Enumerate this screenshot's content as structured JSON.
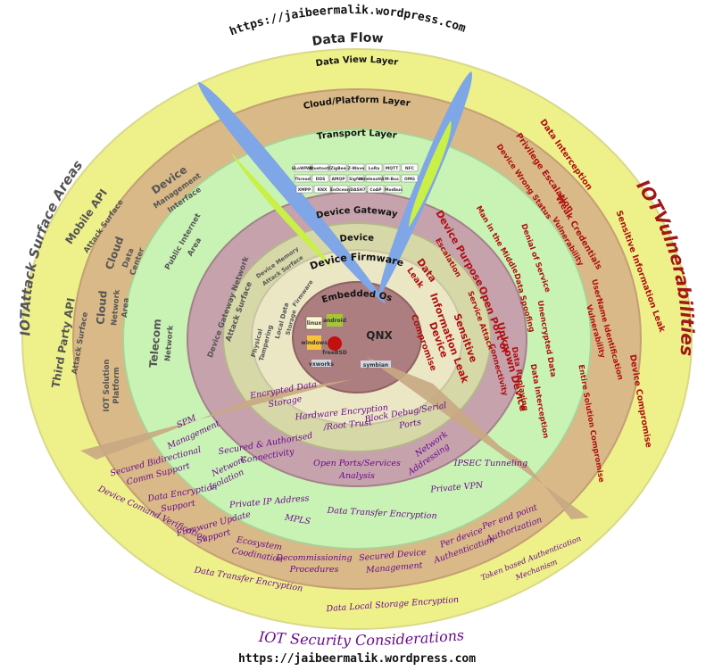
{
  "header": {
    "url_top": "https://jaibeermalik.wordpress.com",
    "flow_title": "Data Flow"
  },
  "layers": [
    {
      "id": "data-view",
      "label": "Data View Layer"
    },
    {
      "id": "cloud-platform",
      "label": "Cloud/Platform Layer"
    },
    {
      "id": "transport",
      "label": "Transport Layer"
    },
    {
      "id": "device-gateway",
      "label": "Device Gateway"
    },
    {
      "id": "device",
      "label": "Device"
    },
    {
      "id": "device-firmware",
      "label": "Device Firmware"
    },
    {
      "id": "embedded-os",
      "label": "Embedded Os"
    }
  ],
  "transport_protocols": [
    "6LoWPAN",
    "Bluetooth",
    "ZigBee",
    "Z-Wave",
    "LoRa",
    "MQTT",
    "NFC",
    "Thread",
    "DDS",
    "AMQP",
    "Sigfox",
    "WirelessHART",
    "M-Bus",
    "OMG",
    "XMPP",
    "KNX",
    "EnOcean",
    "DASH7",
    "CoAP",
    "Modbus"
  ],
  "os_logos": [
    "linux",
    "android",
    "windows",
    "freeBSD",
    "QNX",
    "vxworks",
    "symbian"
  ],
  "attack_surface": {
    "title": "IOTAttack Surface Areas",
    "items": [
      {
        "main": "Mobile API",
        "sub": "Attack Surface"
      },
      {
        "main": "Third Party API",
        "sub": "Attack Surface"
      },
      {
        "main": "Cloud",
        "sub": "Data",
        "sub2": "Center"
      },
      {
        "main": "Cloud",
        "sub": "Network",
        "sub2": "Area"
      },
      {
        "main": "IOT Solution",
        "sub": "Platform"
      },
      {
        "main": "Device",
        "sub": "Management",
        "sub2": "Interface"
      },
      {
        "main": "Public Internet",
        "sub": "Area"
      },
      {
        "main": "Telecom",
        "sub": "Network"
      },
      {
        "main": "Device Gateway Network",
        "sub": "Attack Surface"
      },
      {
        "main": "Device Memory",
        "sub": "Attack Surface"
      },
      {
        "main": "Physical",
        "sub": "Tampering"
      },
      {
        "main": "Local Data",
        "sub": "Storage"
      },
      {
        "main": "Firmware"
      }
    ]
  },
  "vulnerabilities": {
    "title": "IOTVulnerabilities",
    "items": [
      "Data Interception",
      "Sensitive Information Leak",
      "Device Compromise",
      "Privilege Escalation",
      "Device Wrong Status",
      "Weak Credentials",
      "Vulnerability",
      "UserName Identification",
      "Vulnerability",
      "Entire Solution Compromise",
      "Man in the Middle",
      "Denial of Service",
      "Data Spoofing",
      "Unencrypted Data",
      "Data Replaying",
      "Data Interception",
      "Device Purpose",
      "Escalation",
      "Open Port or",
      "Service Attack",
      "Unknown Device",
      "Connectivity",
      "Data",
      "Leak",
      "Sensitive",
      "Information Leak",
      "Device",
      "Compromise"
    ]
  },
  "considerations": {
    "title": "IOT Security Considerations",
    "items": [
      "Encrypted Data",
      "Storage",
      "Hardware Encryption",
      "/Root Trust",
      "Block Debug/Serial",
      "Ports",
      "SPM",
      "Management",
      "Secured & Authorised",
      "Connectivity",
      "Network",
      "Isolation",
      "Open Ports/Services",
      "Analysis",
      "Network",
      "Addressing",
      "IPSEC Tunneling",
      "Private VPN",
      "Secured Bidirectional",
      "Comm Support",
      "Data Encryption",
      "Support",
      "Private IP Address",
      "MPLS",
      "Data Transfer Encryption",
      "Firmware Update",
      "Support",
      "Ecosystem",
      "Coodination",
      "Decommissioning",
      "Procedures",
      "Secured Device",
      "Management",
      "Per device",
      "Authentication",
      "Per end point",
      "Authorization",
      "Device Comand Verification",
      "Token based Authentication",
      "Mechanism",
      "Data Transfer Encryption",
      "Data Local Storage Encryption"
    ]
  },
  "footer": {
    "title": "IOT Security Considerations",
    "url": "https://jaibeermalik.wordpress.com"
  },
  "colors": {
    "ring_outer": "#eef08a",
    "ring_tan": "#d8b987",
    "ring_green": "#c9f3b4",
    "ring_mauve": "#c6a2ad",
    "ring_olive": "#d6d8a8",
    "ring_cream": "#ebe7c5",
    "core": "#ad7e80",
    "vuln_red": "#b01010",
    "cons_purple": "#6a0b8c",
    "beam_blue": "#7fa6e6",
    "beam_green": "#c8f046",
    "pointer": "#c8a882"
  }
}
